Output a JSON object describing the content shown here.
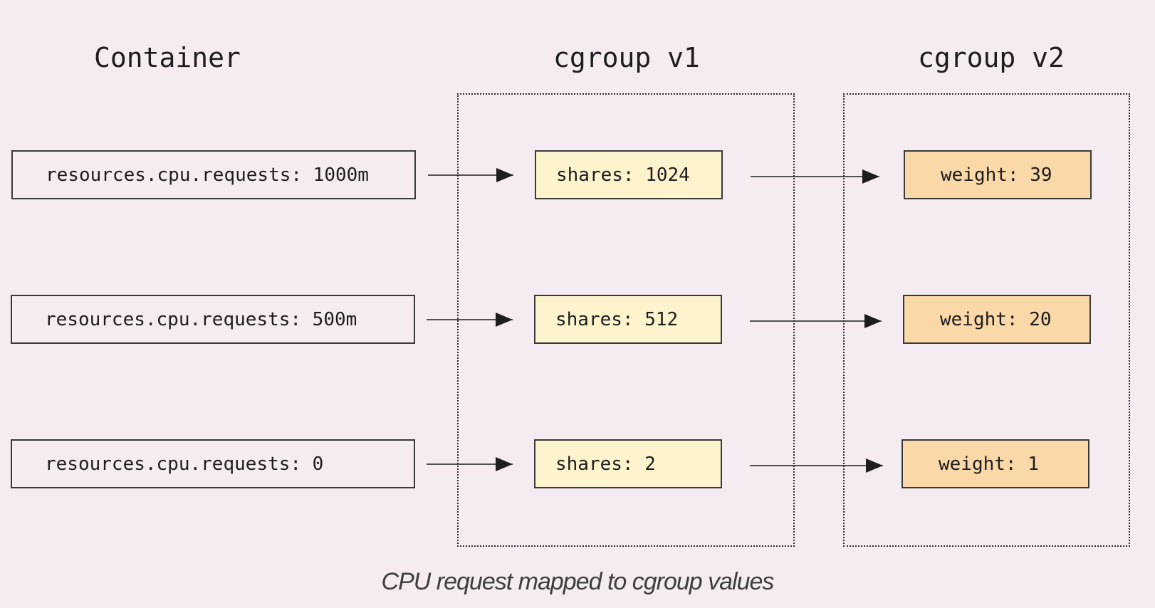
{
  "headings": {
    "container": "Container",
    "cgroup_v1": "cgroup v1",
    "cgroup_v2": "cgroup v2"
  },
  "rows": [
    {
      "container": "resources.cpu.requests: 1000m",
      "v1": "shares: 1024",
      "v2": "weight: 39"
    },
    {
      "container": "resources.cpu.requests: 500m",
      "v1": "shares: 512",
      "v2": "weight: 20"
    },
    {
      "container": "resources.cpu.requests: 0",
      "v1": "shares: 2",
      "v2": "weight: 1"
    }
  ],
  "caption": "CPU request mapped to cgroup values",
  "colors": {
    "background": "#f4ecf0",
    "v1_fill": "#fdf3cd",
    "v2_fill": "#fad8a8",
    "stroke": "#1d1d1d"
  }
}
